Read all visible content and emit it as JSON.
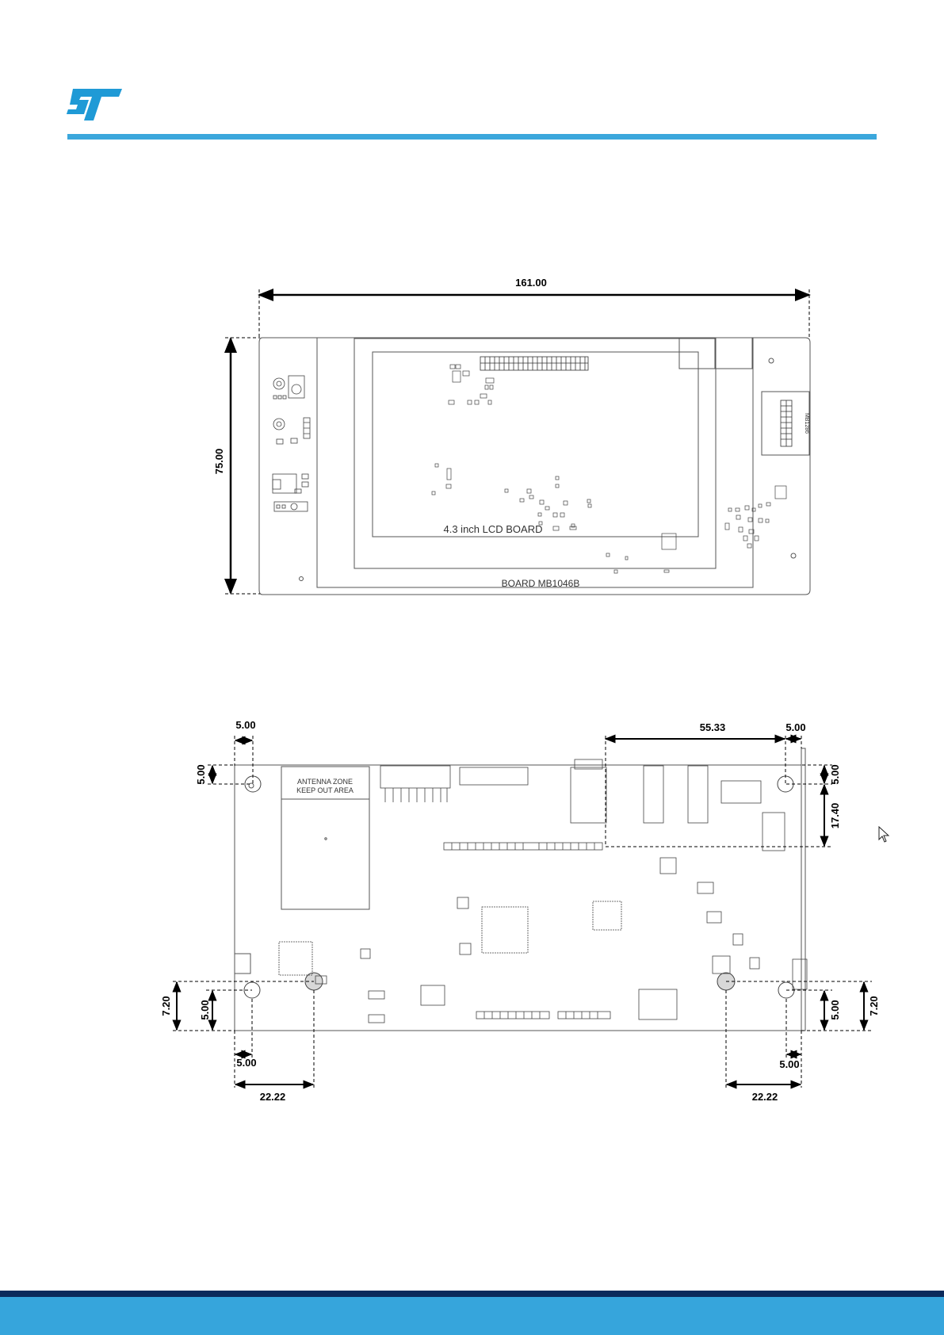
{
  "brand": {
    "logo_name": "ST logo",
    "accent_color": "#3ba7dc",
    "footer_dark": "#0b2a5b",
    "footer_color": "#36a5dc"
  },
  "top_view": {
    "width_dim": "161.00",
    "height_dim": "75.00",
    "lcd_label": "4.3 inch LCD BOARD",
    "board_label": "BOARD MB1046B",
    "side_label": "MB1286"
  },
  "bottom_view": {
    "antenna_line1": "ANTENNA ZONE",
    "antenna_line2": "KEEP OUT AREA",
    "dim_left_top_x": "5.00",
    "dim_left_top_y": "5.00",
    "dim_conn_span": "55.33",
    "dim_right_top_x": "5.00",
    "dim_right_top_y": "5.00",
    "dim_right_17": "17.40",
    "dim_left_bot_7": "7.20",
    "dim_left_bot_5": "5.00",
    "dim_left_bot_x": "5.00",
    "dim_left_22": "22.22",
    "dim_right_bot_5": "5.00",
    "dim_right_bot_7": "7.20",
    "dim_right_bot_x": "5.00",
    "dim_right_22": "22.22"
  }
}
